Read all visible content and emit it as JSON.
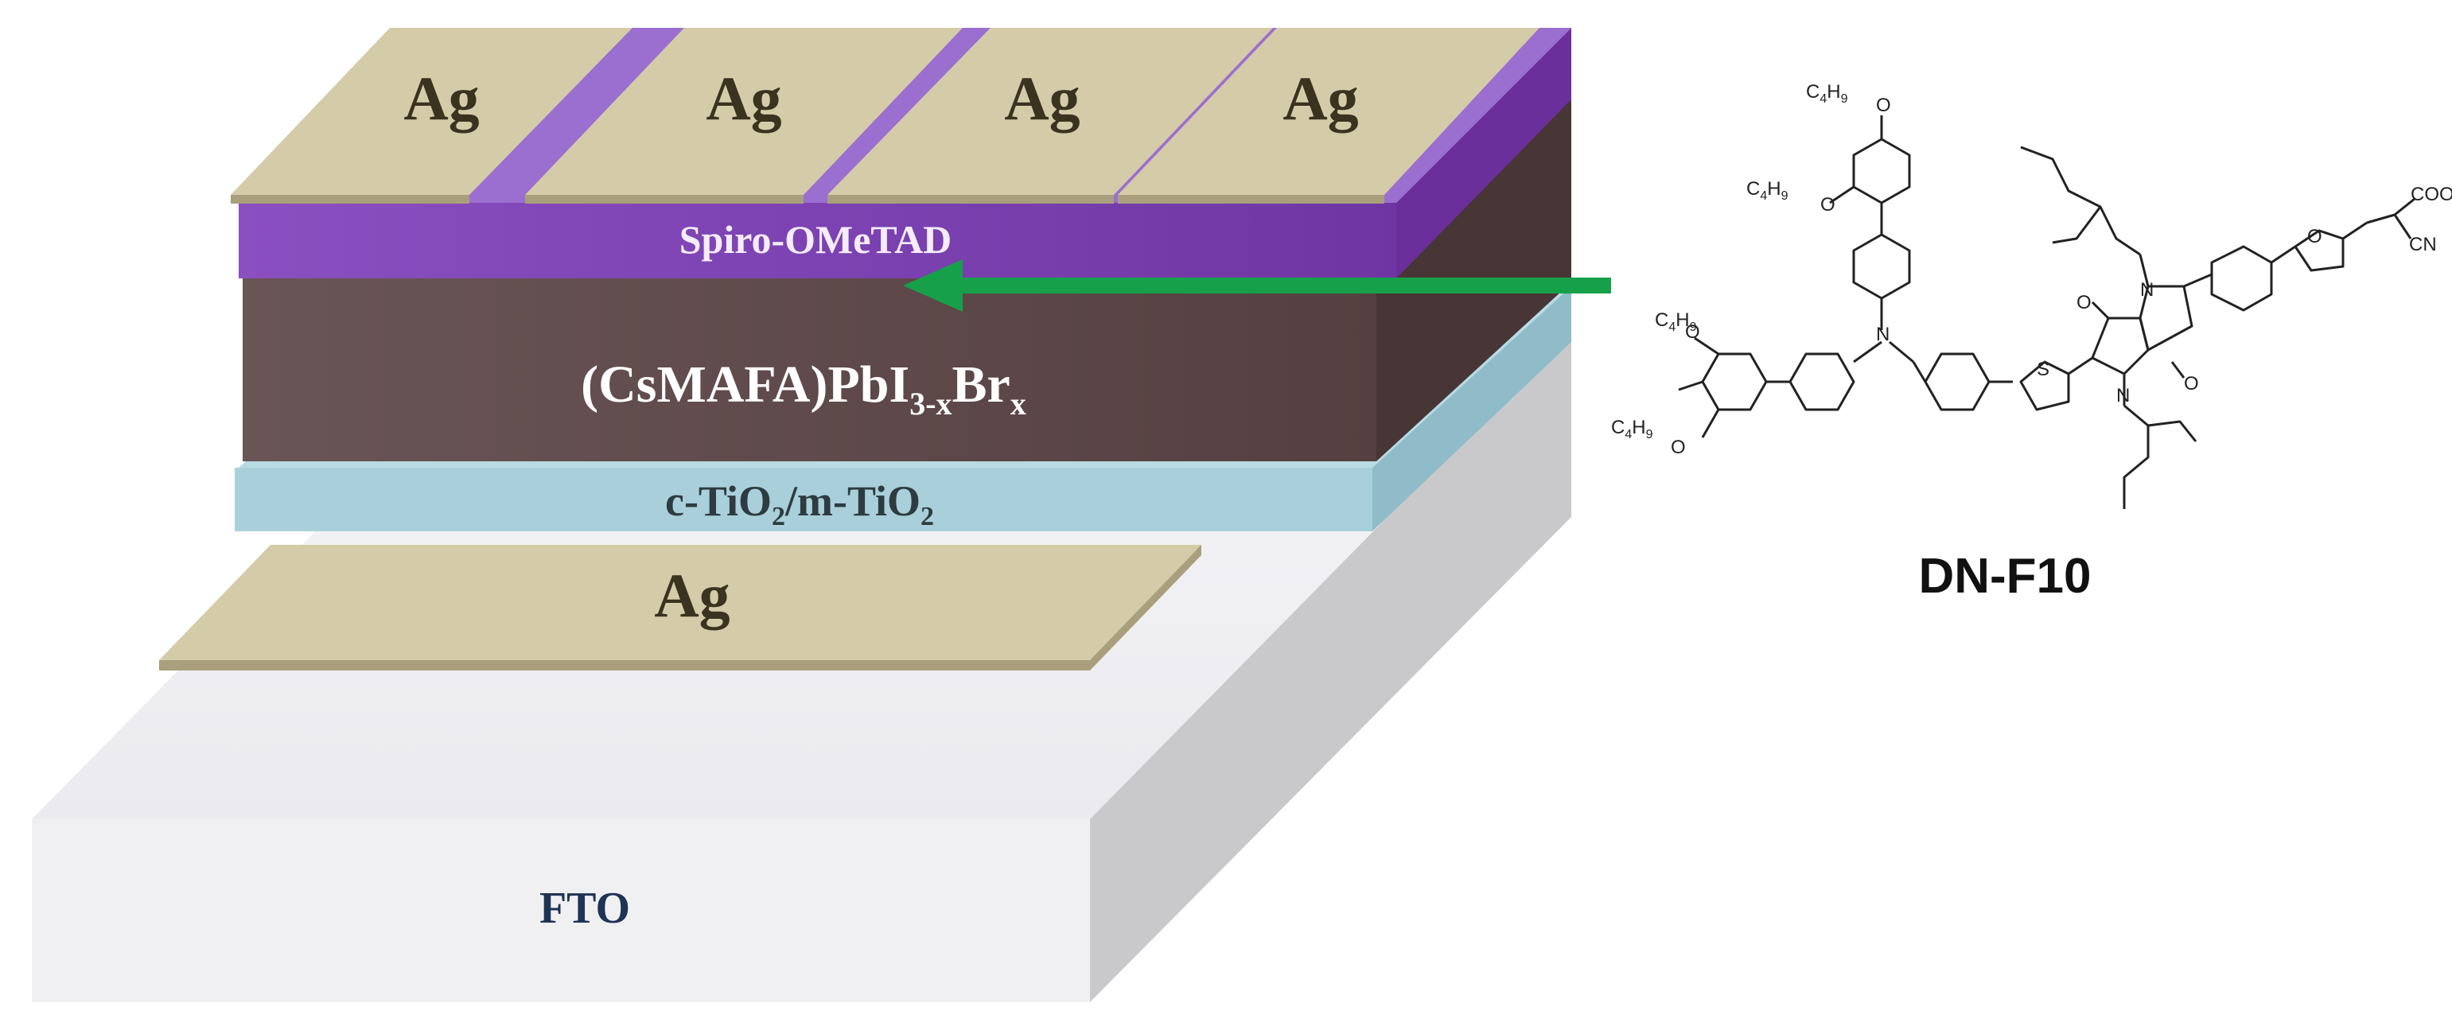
{
  "device": {
    "fto": "FTO",
    "bottom_contact": "Ag",
    "tio2": {
      "prefix": "c-TiO",
      "sub1": "2",
      "mid": "/m-TiO",
      "sub2": "2"
    },
    "perovskite": {
      "main": "(CsMAFA)PbI",
      "sub1": "3-x",
      "mid": "Br",
      "sub2": "x"
    },
    "htl": "Spiro-OMeTAD",
    "top_contacts": [
      "Ag",
      "Ag",
      "Ag",
      "Ag"
    ]
  },
  "molecule": {
    "name": "DN-F10",
    "alkoxy": {
      "c": "C",
      "n": "4",
      "h": "H",
      "m": "9",
      "o": "O"
    },
    "cooh": "COOH",
    "cn": "CN",
    "o": "O",
    "n": "N",
    "s": "S"
  },
  "colors": {
    "fto": "#f2f2f4",
    "silver": "#d4cba8",
    "tio2": "#a9d0da",
    "perovskite": "#5c4848",
    "spiro": "#7b3fae",
    "arrow": "#17a04a",
    "label_dark": "#1f3355",
    "label_ag": "#3a3320"
  }
}
